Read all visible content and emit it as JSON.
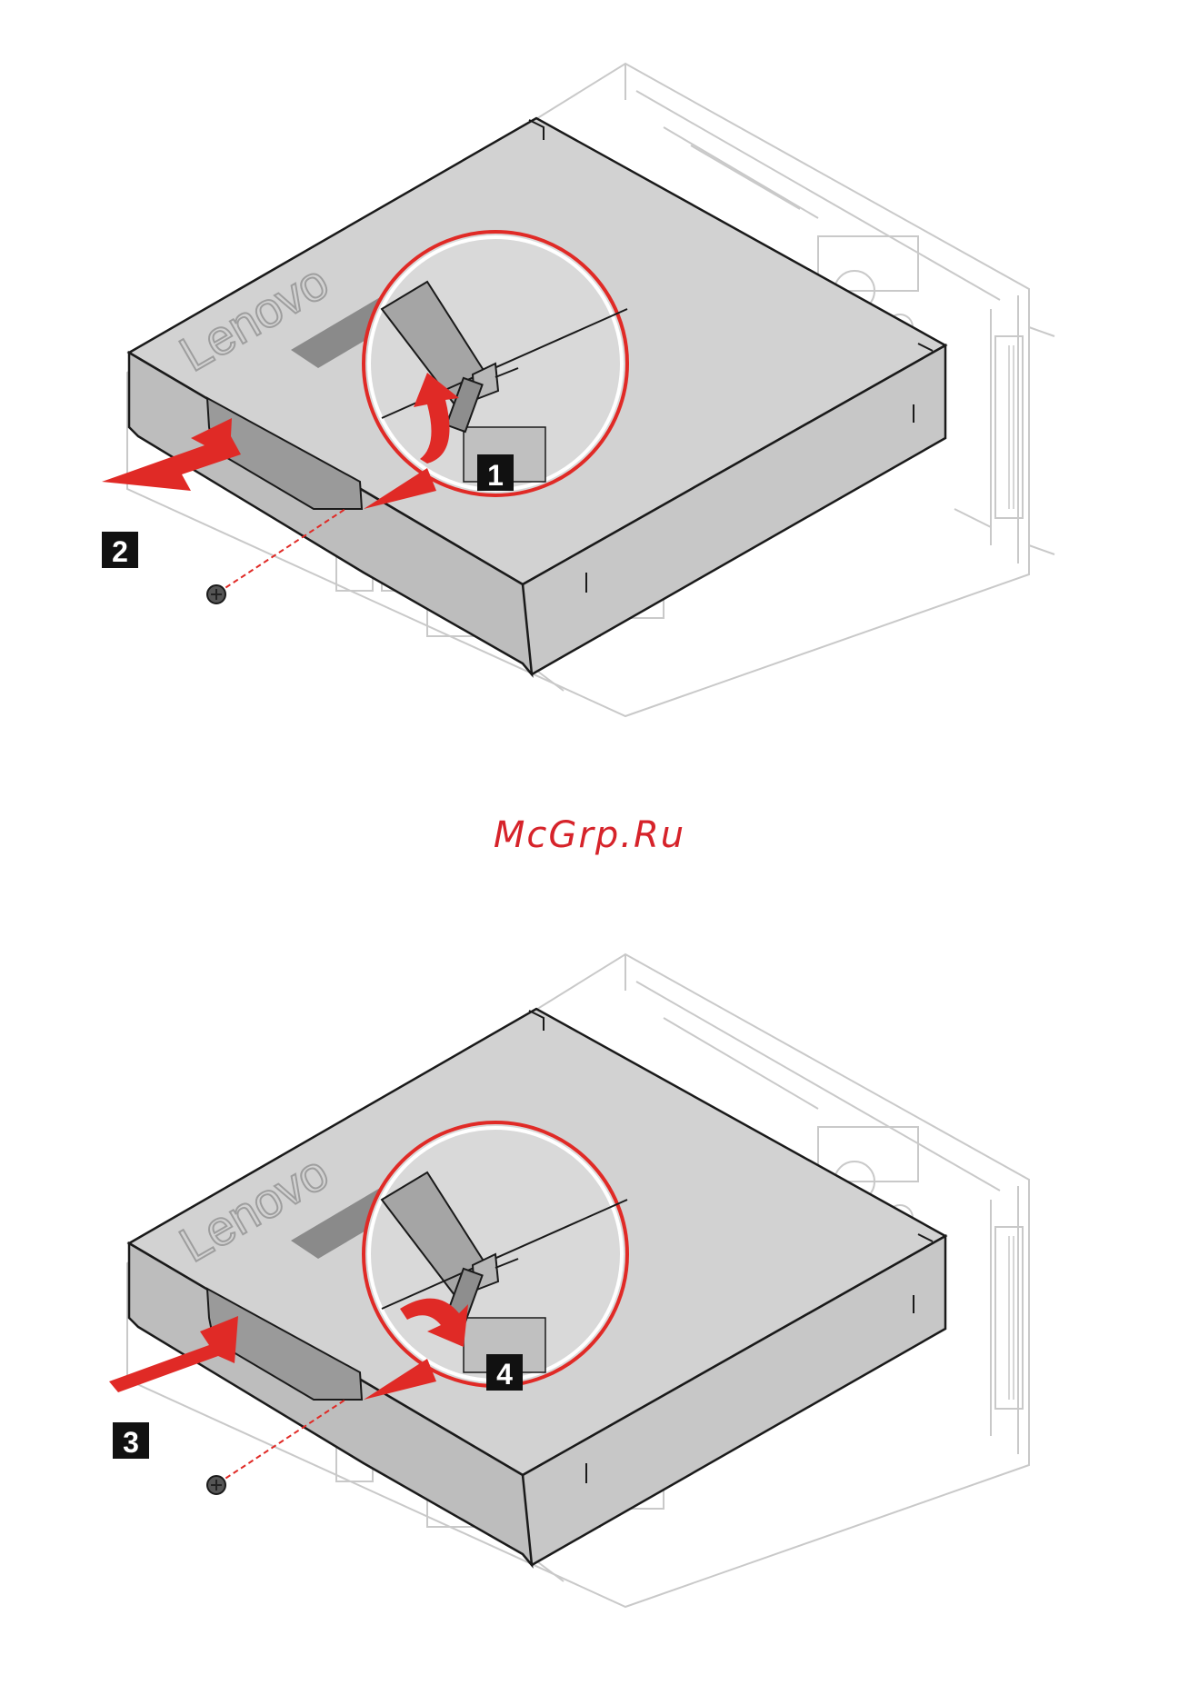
{
  "colors": {
    "accent_red": "#e02a26",
    "cover_gray": "#cfcfcf",
    "cover_top": "#d6d6d6",
    "outline": "#1a1a1a",
    "chassis_line": "#c8c8c8",
    "watermark_red": "#d6232a"
  },
  "illustrations": [
    {
      "brand": "Lenovo",
      "steps": [
        {
          "label": "1",
          "icon": "curved-arrow-counterclockwise-icon"
        },
        {
          "label": "2",
          "icon": "arrow-slide-out-icon"
        }
      ]
    },
    {
      "brand": "Lenovo",
      "steps": [
        {
          "label": "3",
          "icon": "arrow-slide-in-icon"
        },
        {
          "label": "4",
          "icon": "curved-arrow-clockwise-icon"
        }
      ]
    }
  ],
  "watermark": "McGrp.Ru",
  "icons": [
    "thumbscrew-icon",
    "screw-icon",
    "magnifier-callout-icon"
  ]
}
